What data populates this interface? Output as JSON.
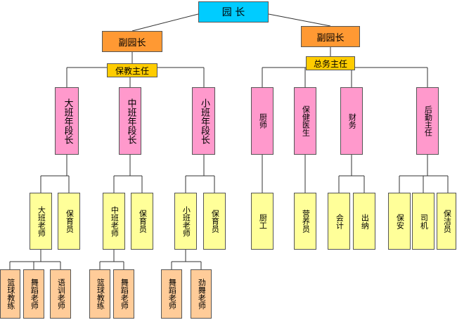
{
  "colors": {
    "director": "#00ccff",
    "vice": "#ff9933",
    "supervisor": "#ffcc00",
    "dept": "#ff99cc",
    "staff": "#ffff99",
    "teacher": "#ffcc99",
    "line": "#333333"
  },
  "nodes": {
    "director": "园 长",
    "vice_left": "副园长",
    "vice_right": "副园长",
    "edu_supervisor": "保教主任",
    "gen_supervisor": "总务主任",
    "senior_grade_lead": "大班年段长",
    "middle_grade_lead": "中班年段长",
    "junior_grade_lead": "小班年段长",
    "kitchen": "厨师",
    "health_doctor": "保健医生",
    "finance": "财务",
    "logistics_lead": "后勤主任",
    "senior_teacher": "大班老师",
    "senior_caregiver": "保育员",
    "middle_teacher": "中班老师",
    "middle_caregiver": "保育员",
    "junior_teacher": "小班老师",
    "junior_caregiver": "保育员",
    "cook": "厨工",
    "nutritionist": "营养员",
    "accountant": "会计",
    "cashier": "出纳",
    "security": "保安",
    "driver": "司机",
    "cleaner": "保洁员",
    "senior_basketball": "篮球教练",
    "senior_dance": "舞蹈老师",
    "senior_language": "语训老师",
    "middle_basketball": "篮球教练",
    "middle_dance": "舞蹈老师",
    "junior_dance": "舞蹈老师",
    "junior_jazz": "劲舞老师"
  }
}
